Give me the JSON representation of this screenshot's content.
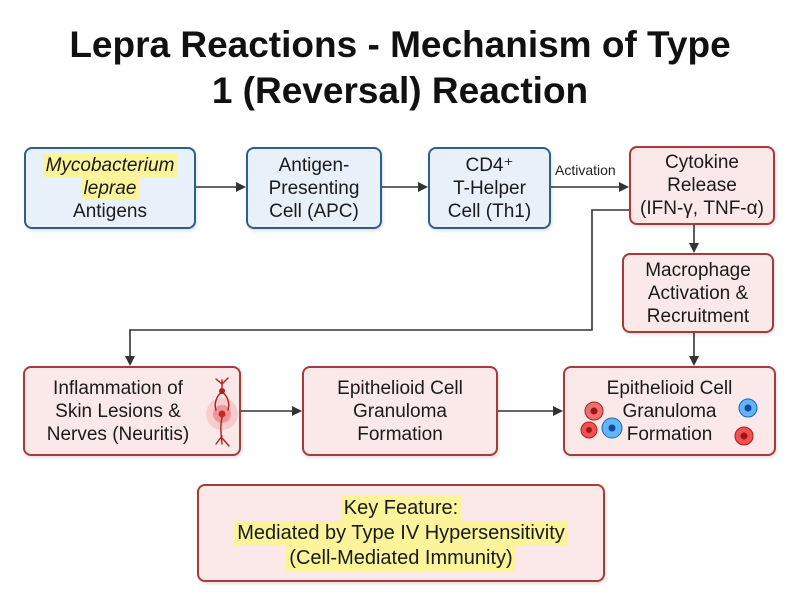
{
  "title": {
    "line1": "Lepra Reactions - Mechanism of Type",
    "line2": "1 (Reversal) Reaction"
  },
  "nodes": {
    "antigens": {
      "line1": "Mycobacterium",
      "line2": "leprae",
      "line3": "Antigens"
    },
    "apc": {
      "line1": "Antigen-",
      "line2": "Presenting",
      "line3": "Cell (APC)"
    },
    "th1": {
      "line1": "CD4⁺",
      "line2": "T-Helper",
      "line3": "Cell (Th1)"
    },
    "cytokine": {
      "line1": "Cytokine",
      "line2": "Release",
      "line3": "(IFN-γ, TNF-α)"
    },
    "macrophage": {
      "line1": "Macrophage",
      "line2": "Activation &",
      "line3": "Recruitment"
    },
    "granuloma_right": {
      "line1": "Epithelioid Cell",
      "line2": "Granuloma",
      "line3": "Formation"
    },
    "granuloma_middle": {
      "line1": "Epithelioid Cell",
      "line2": "Granuloma",
      "line3": "Formation"
    },
    "inflammation": {
      "line1": "Inflammation of",
      "line2": "Skin Lesions &",
      "line3": "Nerves (Neuritis)"
    }
  },
  "edge_labels": {
    "activation": "Activation"
  },
  "key_feature": {
    "line1": "Key Feature:",
    "line2": "Mediated by Type IV Hypersensitivity",
    "line3": "(Cell-Mediated Immunity)"
  },
  "colors": {
    "blue_border": "#2f5d8c",
    "blue_fill": "#e8f1fa",
    "red_border": "#a83a3a",
    "red_fill": "#fbe9e9",
    "highlight": "#fbf49a",
    "arrow": "#333333"
  },
  "icons": [
    "neuron-icon",
    "red-cell-icon",
    "blue-cell-icon"
  ]
}
